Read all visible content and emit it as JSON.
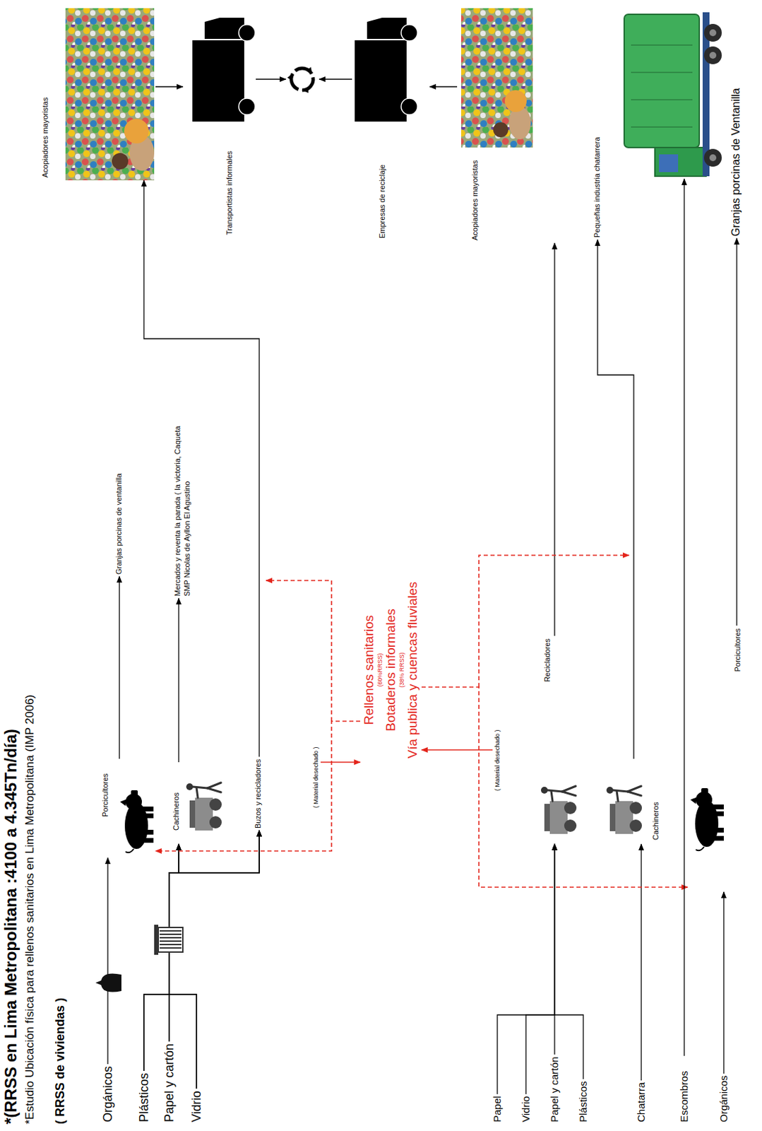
{
  "diagram": {
    "title": "*(RRSS en Lima Metropolitana :4100 a 4.345Tn/día)",
    "nodes": [
      {
        "text": [
          "Orgánicos"
        ]
      },
      {
        "text": [
          "Plásticos"
        ]
      },
      {
        "text": [
          "Papel y cartón"
        ]
      },
      {
        "text": [
          "Vidrio"
        ]
      },
      {
        "text": [
          "Porcicultores"
        ]
      },
      {
        "text": [
          "Cachineros"
        ]
      },
      {
        "text": [
          "Buzos y recicladores"
        ]
      },
      {
        "text": [
          "( Material desechado )"
        ]
      },
      {
        "text": [
          "Granjas porcinas de ventanilla"
        ]
      },
      {
        "text": [
          "Mercados y reventa la parada ( la victoria, Caqueta SMP Nicolas de Ayllon El Agustino"
        ]
      },
      {
        "text": [
          "Rellenos sanitarios",
          "(60%RRSS)",
          "Botaderos informales",
          "(38% RRSS)",
          "Vía publica y cuencas fluviales"
        ]
      },
      {
        "text": [
          "Acopiadores mayoristas"
        ]
      },
      {
        "text": [
          "Transportistas informales"
        ]
      },
      {
        "text": [
          "Empresas de reciclaje"
        ]
      },
      {
        "text": [
          "Acopiadores mayoristas"
        ]
      },
      {
        "text": [
          "Pequeñas industria chatarrera"
        ]
      },
      {
        "text": [
          "Granjas porcinas de Ventanilla"
        ]
      },
      {
        "text": [
          "( Material desechado )"
        ]
      },
      {
        "text": [
          "Papel"
        ]
      },
      {
        "text": [
          "Vidrio"
        ]
      },
      {
        "text": [
          "Papel y cartón"
        ]
      },
      {
        "text": [
          "Plásticos"
        ]
      },
      {
        "text": [
          "Chatarra"
        ]
      },
      {
        "text": [
          "Escombros"
        ]
      },
      {
        "text": [
          "Orgánicos"
        ]
      },
      {
        "text": [
          "Recicladores"
        ]
      },
      {
        "text": [
          "Cachineros"
        ]
      },
      {
        "text": [
          "Porcicultores"
        ]
      }
    ],
    "edges": [
      {
        "from": 0,
        "to": 4,
        "arrow": "to"
      },
      {
        "from": 1,
        "to": 5,
        "arrow": "to"
      },
      {
        "from": 1,
        "to": 6,
        "arrow": "to"
      },
      {
        "from": 2,
        "to": 5,
        "arrow": "to"
      },
      {
        "from": 2,
        "to": 6,
        "arrow": "to"
      },
      {
        "from": 3,
        "to": 5,
        "arrow": "to"
      },
      {
        "from": 3,
        "to": 6,
        "arrow": "to"
      },
      {
        "from": 4,
        "to": 8,
        "arrow": "to"
      },
      {
        "from": 5,
        "to": 9,
        "arrow": "to"
      },
      {
        "from": 6,
        "to": 11,
        "arrow": "to"
      },
      {
        "from": 7,
        "to": 10,
        "arrow": "to"
      },
      {
        "from": 10,
        "to": 4,
        "arrow": "to"
      },
      {
        "from": 11,
        "to": 12,
        "arrow": "to"
      },
      {
        "from": 14,
        "to": 13,
        "arrow": "to"
      },
      {
        "from": 18,
        "to": 25,
        "arrow": "to"
      },
      {
        "from": 19,
        "to": 25,
        "arrow": "to"
      },
      {
        "from": 20,
        "to": 25,
        "arrow": "to"
      },
      {
        "from": 21,
        "to": 25,
        "arrow": "to"
      },
      {
        "from": 25,
        "to": 14,
        "arrow": "to"
      },
      {
        "from": 22,
        "to": 26,
        "arrow": "to"
      },
      {
        "from": 26,
        "to": 15,
        "arrow": "to"
      },
      {
        "from": 24,
        "to": 27,
        "arrow": "to"
      },
      {
        "from": 27,
        "to": 16,
        "arrow": "to"
      },
      {
        "from": 17,
        "to": 10,
        "arrow": "to"
      },
      {
        "from": 10,
        "to": 27,
        "arrow": "to"
      }
    ],
    "labels": [
      "*Estudio Ubicación física para rellenos sanitarios en Lima Metropolitana (IMP 2006)",
      "( RRSS de viviendas )"
    ]
  }
}
